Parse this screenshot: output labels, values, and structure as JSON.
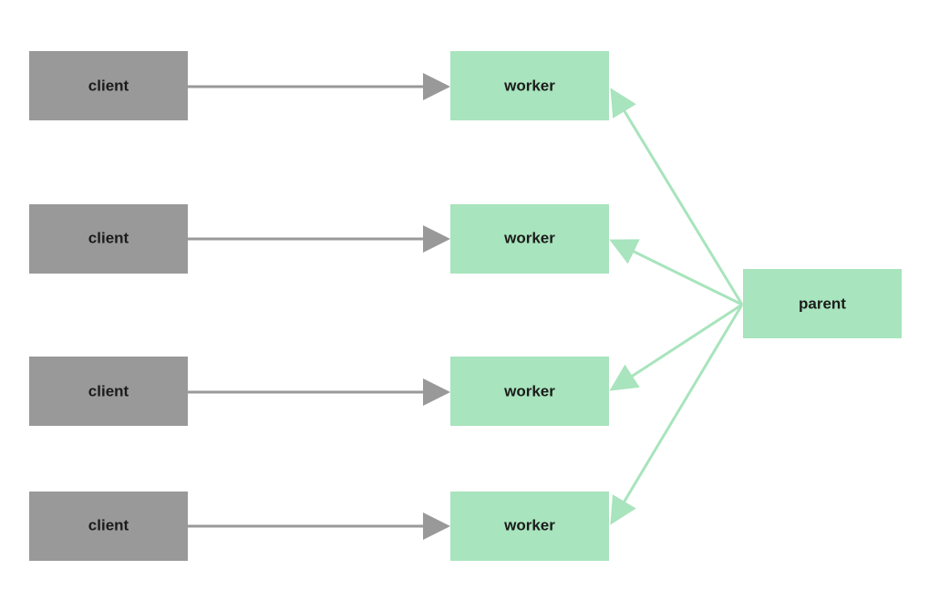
{
  "diagram": {
    "clients": [
      {
        "label": "client"
      },
      {
        "label": "client"
      },
      {
        "label": "client"
      },
      {
        "label": "client"
      }
    ],
    "workers": [
      {
        "label": "worker"
      },
      {
        "label": "worker"
      },
      {
        "label": "worker"
      },
      {
        "label": "worker"
      }
    ],
    "parent": {
      "label": "parent"
    },
    "edges": [
      {
        "from": "client-1",
        "to": "worker-1"
      },
      {
        "from": "client-2",
        "to": "worker-2"
      },
      {
        "from": "client-3",
        "to": "worker-3"
      },
      {
        "from": "client-4",
        "to": "worker-4"
      },
      {
        "from": "parent",
        "to": "worker-1"
      },
      {
        "from": "parent",
        "to": "worker-2"
      },
      {
        "from": "parent",
        "to": "worker-3"
      },
      {
        "from": "parent",
        "to": "worker-4"
      }
    ]
  },
  "colors": {
    "client_fill": "#999999",
    "worker_fill": "#a8e4bd",
    "parent_fill": "#a8e4bd",
    "client_arrow": "#999999",
    "parent_arrow": "#a8e4bd"
  }
}
